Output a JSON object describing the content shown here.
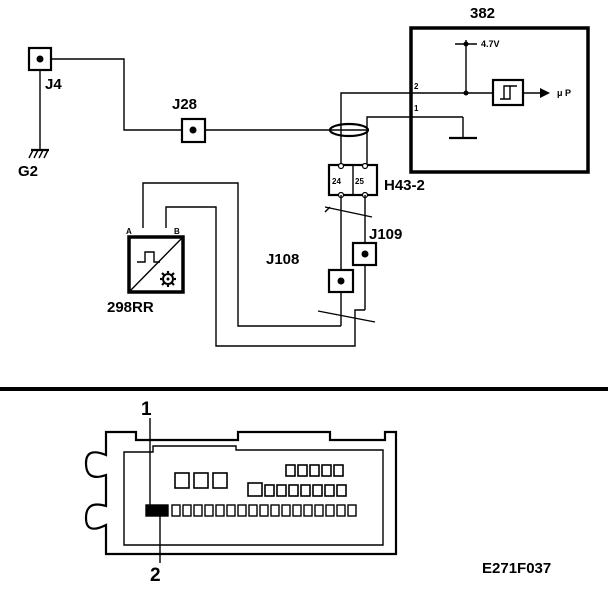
{
  "wiring": {
    "ecu_label": "382",
    "voltage_label": "4.7V",
    "ecu_pin_2": "2",
    "ecu_pin_1": "1",
    "mp_label": "μ P",
    "j4_label": "J4",
    "g2_label": "G2",
    "j28_label": "J28",
    "h43_label": "H43-2",
    "h43_pin_24": "24",
    "h43_pin_25": "25",
    "j109_label": "J109",
    "j108_label": "J108",
    "sensor_pin_a": "A",
    "sensor_pin_b": "B",
    "sensor_label": "298RR"
  },
  "connector": {
    "callout_1": "1",
    "callout_2": "2"
  },
  "figure_code": "E271F037"
}
